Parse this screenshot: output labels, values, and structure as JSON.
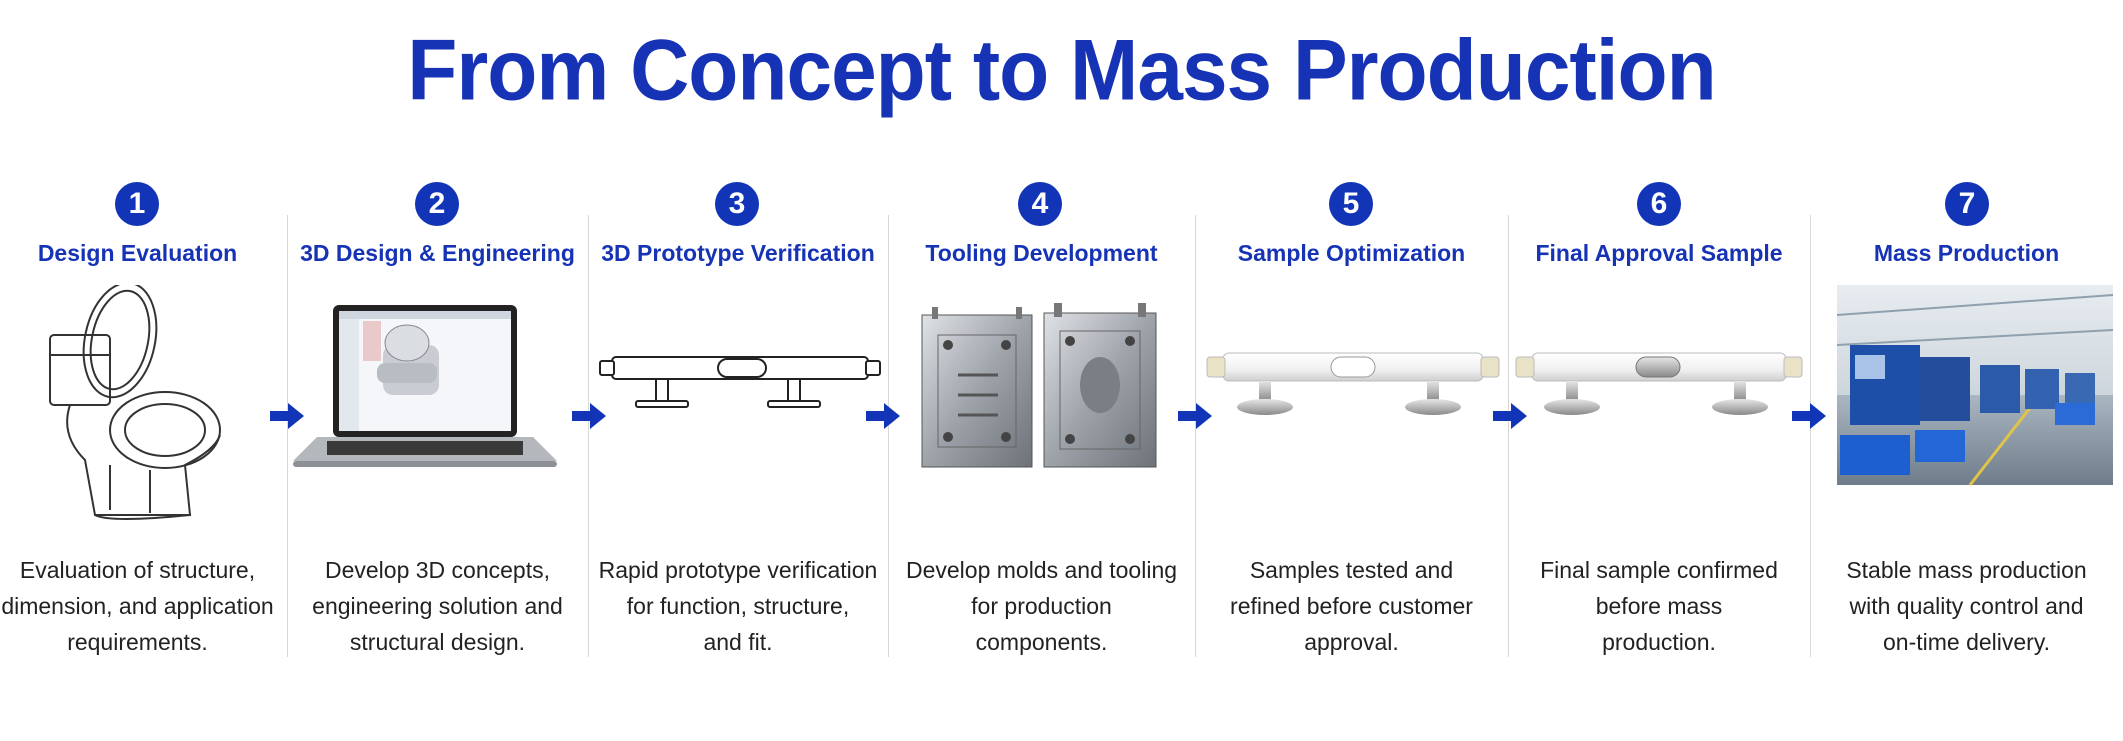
{
  "title": "From Concept to Mass Production",
  "accent_color": "#1235b8",
  "steps": [
    {
      "number": "1",
      "title": "Design Evaluation",
      "illustration": "toilet-sketch-icon",
      "desc": [
        "Evaluation of structure,",
        "dimension, and application",
        "requirements."
      ]
    },
    {
      "number": "2",
      "title": "3D Design & Engineering",
      "illustration": "laptop-cad-icon",
      "desc": [
        "Develop 3D concepts,",
        "engineering solution and",
        "structural design."
      ]
    },
    {
      "number": "3",
      "title": "3D Prototype Verification",
      "illustration": "grab-bar-outline-icon",
      "desc": [
        "Rapid prototype verification",
        "for function, structure,",
        "and fit."
      ]
    },
    {
      "number": "4",
      "title": "Tooling Development",
      "illustration": "mold-halves-icon",
      "desc": [
        "Develop molds and tooling",
        "for production",
        "components."
      ]
    },
    {
      "number": "5",
      "title": "Sample Optimization",
      "illustration": "grab-bar-sample-icon",
      "desc": [
        "Samples tested and",
        "refined before customer",
        "approval."
      ]
    },
    {
      "number": "6",
      "title": "Final Approval Sample",
      "illustration": "grab-bar-final-icon",
      "desc": [
        "Final sample confirmed",
        "before mass",
        "production."
      ]
    },
    {
      "number": "7",
      "title": "Mass Production",
      "illustration": "factory-floor-icon",
      "desc": [
        "Stable mass production",
        "with quality control and",
        "on-time delivery."
      ]
    }
  ]
}
